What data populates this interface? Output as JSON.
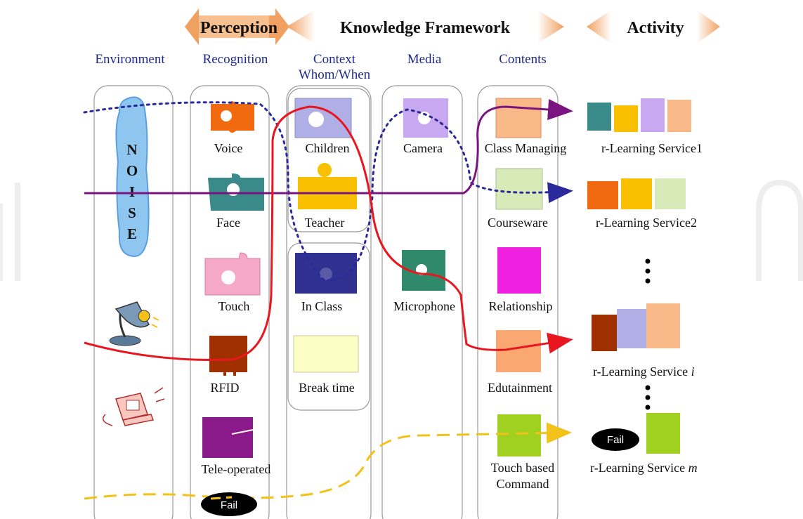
{
  "banners": {
    "perception": "Perception",
    "knowledge": "Knowledge Framework",
    "activity": "Activity"
  },
  "headers": {
    "environment": "Environment",
    "recognition": "Recognition",
    "context_line1": "Context",
    "context_line2": "Whom/When",
    "media": "Media",
    "contents": "Contents"
  },
  "environment": {
    "noise_letters": [
      "N",
      "O",
      "I",
      "S",
      "E"
    ]
  },
  "recognition": [
    "Voice",
    "Face",
    "Touch",
    "RFID",
    "Tele-operated"
  ],
  "context": [
    "Children",
    "Teacher",
    "In Class",
    "Break time"
  ],
  "media": [
    "Camera",
    "Microphone"
  ],
  "contents": [
    "Class Managing",
    "Courseware",
    "Relationship",
    "Edutainment",
    "Touch based",
    "Command"
  ],
  "services": {
    "s1": "r-Learning Service1",
    "s2": "r-Learning Service2",
    "si_prefix": "r-Learning Service ",
    "si_var": "i",
    "sm_prefix": "r-Learning Service ",
    "sm_var": "m"
  },
  "fail_label": "Fail",
  "colors": {
    "header_text": "#1f2a8a",
    "banner_arrow": "#f0a868",
    "red_path": "#e8161e",
    "purple_path": "#7a1480",
    "blue_dotted": "#2a2a9a",
    "yellow_dashed": "#f2c21a",
    "voice": "#f26a10",
    "face": "#3a8a8a",
    "touch": "#f6a8c8",
    "rfid": "#a03000",
    "tele": "#8a1a8a",
    "children": "#b0b0e6",
    "teacher": "#f8c000",
    "inclass": "#303090",
    "breaktime": "#fdfdc8",
    "camera": "#c8a8f0",
    "microphone": "#2e8a6a",
    "classmanaging": "#f8b888",
    "courseware": "#d8eab8",
    "relationship": "#f020e0",
    "edutainment": "#f8a870",
    "touchcmd": "#a0d020"
  },
  "icons": [
    "noise-blob",
    "desk-lamp-icon",
    "computer-icon",
    "puzzle-piece-icon"
  ]
}
